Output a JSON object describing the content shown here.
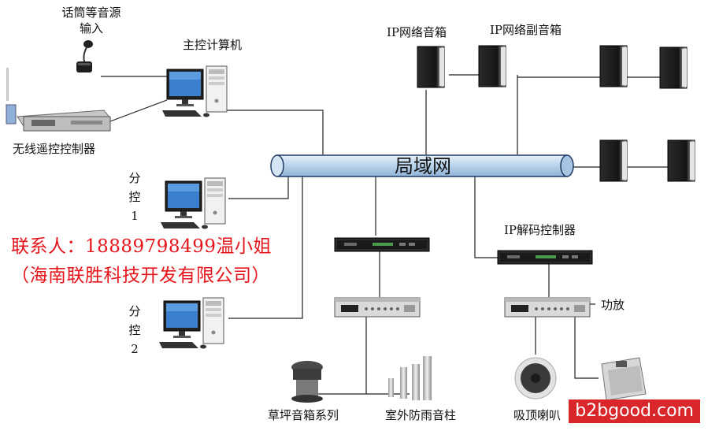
{
  "labels": {
    "mic": [
      "话筒等音源",
      "输入"
    ],
    "main_pc": "主控计算机",
    "wireless": "无线遥控控制器",
    "sub1": [
      "分",
      "控",
      "1"
    ],
    "sub2": [
      "分",
      "控",
      "2"
    ],
    "ip_speaker": "IP网络音箱",
    "ip_sub_speaker": "IP网络副音箱",
    "lan": "局域网",
    "ip_decoder": "IP解码控制器",
    "amp": "功放",
    "lawn": "草坪音箱系列",
    "column": "室外防雨音柱",
    "ceiling": "吸顶喇叭"
  },
  "contact": {
    "line1": "联系人：18889798499温小姐",
    "line2": "（海南联胜科技开发有限公司）"
  },
  "watermark": "b2bgood.com",
  "colors": {
    "lan_fill": "#bcd5ec",
    "lan_stroke": "#1f3a66",
    "contact": "#e8141c",
    "watermark_bg": "#d8262a"
  }
}
